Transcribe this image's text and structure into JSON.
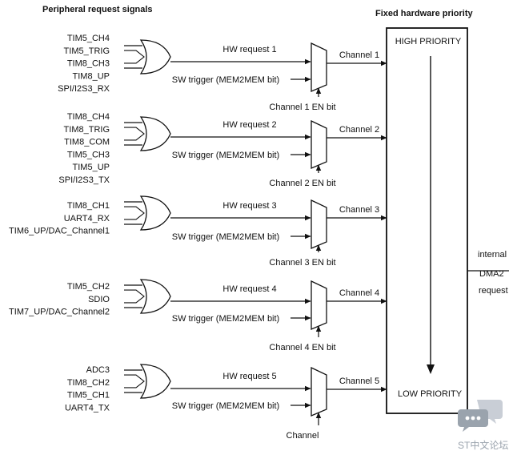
{
  "titles": {
    "left": "Peripheral request signals",
    "right": "Fixed hardware priority"
  },
  "priority": {
    "high": "HIGH PRIORITY",
    "low": "LOW PRIORITY"
  },
  "output": [
    "internal",
    "DMA2",
    "request"
  ],
  "sw_trigger": "SW trigger (MEM2MEM bit)",
  "groups": [
    {
      "signals": [
        "TIM5_CH4",
        "TIM5_TRIG",
        "TIM8_CH3",
        "TIM8_UP",
        "SPI/I2S3_RX"
      ],
      "hw": "HW request 1",
      "channel": "Channel 1",
      "en": "Channel 1 EN bit"
    },
    {
      "signals": [
        "TIM8_CH4",
        "TIM8_TRIG",
        "TIM8_COM",
        "TIM5_CH3",
        "TIM5_UP",
        "SPI/I2S3_TX"
      ],
      "hw": "HW request 2",
      "channel": "Channel 2",
      "en": "Channel 2 EN bit"
    },
    {
      "signals": [
        "TIM8_CH1",
        "UART4_RX",
        "TIM6_UP/DAC_Channel1"
      ],
      "hw": "HW request 3",
      "channel": "Channel 3",
      "en": "Channel 3 EN bit"
    },
    {
      "signals": [
        "TIM5_CH2",
        "SDIO",
        "TIM7_UP/DAC_Channel2"
      ],
      "hw": "HW request 4",
      "channel": "Channel 4",
      "en": "Channel 4 EN bit"
    },
    {
      "signals": [
        "ADC3",
        "TIM8_CH2",
        "TIM5_CH1",
        "UART4_TX"
      ],
      "hw": "HW request 5",
      "channel": "Channel 5",
      "en": "Channel"
    }
  ],
  "watermark": {
    "text": "ST中文论坛",
    "icon": "chat-bubble-icon"
  },
  "colors": {
    "line": "#111111",
    "watermark": "#9aa3ad"
  }
}
